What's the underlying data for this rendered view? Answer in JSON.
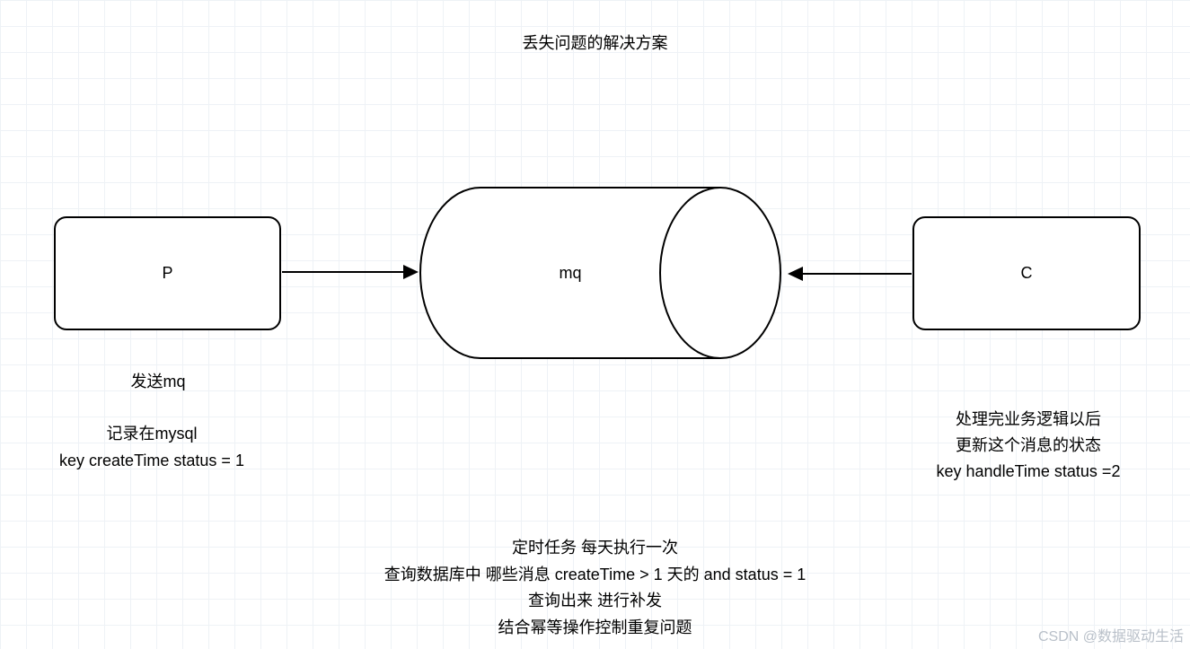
{
  "canvas": {
    "background": "#ffffff",
    "grid_color": "#eef2f6",
    "stroke_color": "#000000"
  },
  "title": "丢失问题的解决方案",
  "nodes": {
    "producer": {
      "label": "P"
    },
    "queue": {
      "label": "mq"
    },
    "consumer": {
      "label": "C"
    }
  },
  "producer_notes": {
    "send": "发送mq",
    "db_line1": "记录在mysql",
    "db_line2": "key  createTime status = 1"
  },
  "consumer_notes": {
    "line1": "处理完业务逻辑以后",
    "line2": "更新这个消息的状态",
    "line3": "key handleTime status =2"
  },
  "scheduler_notes": {
    "line1": "定时任务 每天执行一次",
    "line2": "查询数据库中 哪些消息 createTime > 1 天的 and status = 1",
    "line3": "查询出来 进行补发",
    "line4": "结合幂等操作控制重复问题"
  },
  "watermark": "CSDN @数据驱动生活"
}
